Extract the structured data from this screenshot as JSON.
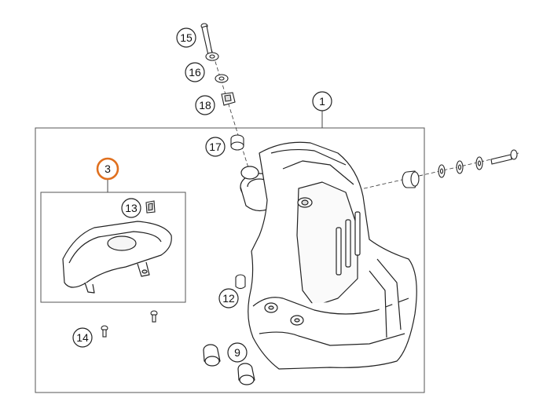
{
  "callouts": {
    "c1": "1",
    "c3": "3",
    "c9": "9",
    "c12": "12",
    "c13": "13",
    "c14": "14",
    "c15": "15",
    "c16": "16",
    "c17": "17",
    "c18": "18"
  },
  "colors": {
    "line": "#2a2a2a",
    "highlight": "#e0701f",
    "frame": "#555555"
  },
  "highlighted_callout": "3"
}
